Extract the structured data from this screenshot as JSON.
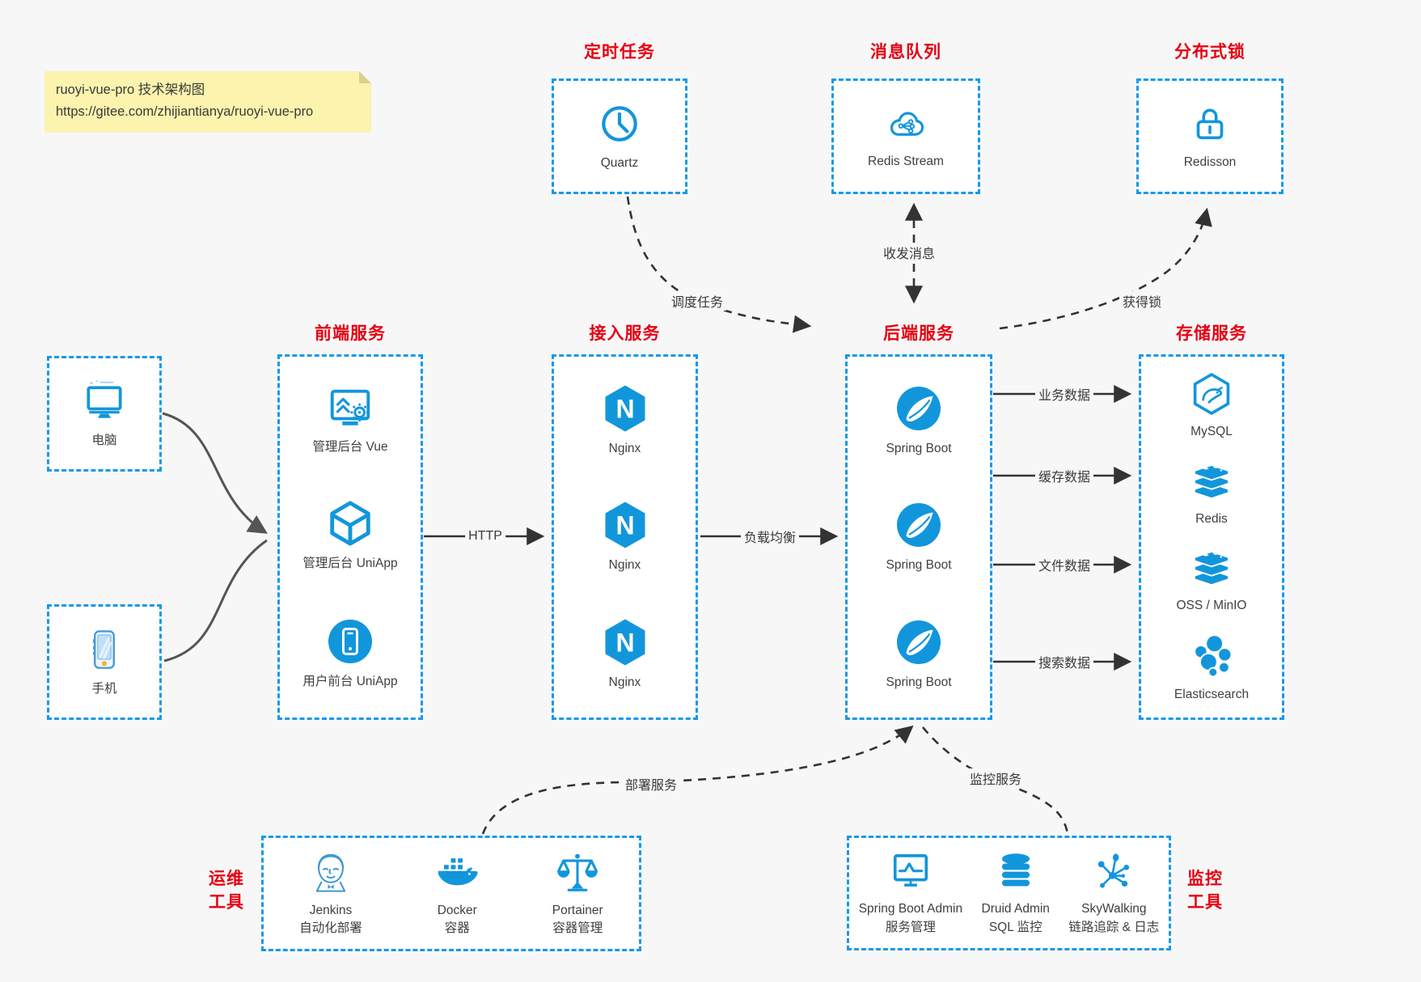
{
  "note": {
    "line1": "ruoyi-vue-pro 技术架构图",
    "line2": "https://gitee.com/zhijiantianya/ruoyi-vue-pro"
  },
  "colors": {
    "box_border_blue": "#1499ec",
    "icon_blue": "#1296db",
    "title_red": "#e60012",
    "text_dark": "#3f3f3f",
    "arrow_black": "#333333",
    "client_arrow_gray": "#555555",
    "note_bg": "#fbf3ae"
  },
  "icons": {
    "nginx_letter": "N"
  },
  "top_services": [
    {
      "title": "定时任务",
      "icon": "clock-icon",
      "label": "Quartz"
    },
    {
      "title": "消息队列",
      "icon": "redis-stream-cloud-icon",
      "label": "Redis Stream"
    },
    {
      "title": "分布式锁",
      "icon": "lock-icon",
      "label": "Redisson"
    }
  ],
  "clients": [
    {
      "icon": "desktop-icon",
      "label": "电脑"
    },
    {
      "icon": "smartphone-icon",
      "label": "手机"
    }
  ],
  "columns": [
    {
      "title": "前端服务",
      "items": [
        {
          "icon": "admin-vue-icon",
          "label": "管理后台 Vue"
        },
        {
          "icon": "uniapp-cube-icon",
          "label": "管理后台 UniApp"
        },
        {
          "icon": "user-uniapp-icon",
          "label": "用户前台 UniApp"
        }
      ]
    },
    {
      "title": "接入服务",
      "items": [
        {
          "icon": "nginx-icon",
          "label": "Nginx"
        },
        {
          "icon": "nginx-icon",
          "label": "Nginx"
        },
        {
          "icon": "nginx-icon",
          "label": "Nginx"
        }
      ]
    },
    {
      "title": "后端服务",
      "items": [
        {
          "icon": "spring-boot-icon",
          "label": "Spring Boot"
        },
        {
          "icon": "spring-boot-icon",
          "label": "Spring Boot"
        },
        {
          "icon": "spring-boot-icon",
          "label": "Spring Boot"
        }
      ]
    },
    {
      "title": "存储服务",
      "items": [
        {
          "icon": "mysql-icon",
          "label": "MySQL"
        },
        {
          "icon": "redis-stack-icon",
          "label": "Redis"
        },
        {
          "icon": "oss-stack-icon",
          "label": "OSS / MinIO"
        },
        {
          "icon": "elasticsearch-icon",
          "label": "Elasticsearch"
        }
      ]
    }
  ],
  "ops_tools": {
    "side_label_line1": "运维",
    "side_label_line2": "工具",
    "items": [
      {
        "icon": "jenkins-icon",
        "name": "Jenkins",
        "desc": "自动化部署"
      },
      {
        "icon": "docker-icon",
        "name": "Docker",
        "desc": "容器"
      },
      {
        "icon": "portainer-icon",
        "name": "Portainer",
        "desc": "容器管理"
      }
    ]
  },
  "monitor_tools": {
    "side_label_line1": "监控",
    "side_label_line2": "工具",
    "items": [
      {
        "icon": "spring-boot-admin-icon",
        "name": "Spring Boot Admin",
        "desc": "服务管理"
      },
      {
        "icon": "druid-icon",
        "name": "Druid Admin",
        "desc": "SQL 监控"
      },
      {
        "icon": "skywalking-icon",
        "name": "SkyWalking",
        "desc": "链路追踪 & 日志"
      }
    ]
  },
  "edge_labels": {
    "http": "HTTP",
    "load_balance": "负载均衡",
    "schedule": "调度任务",
    "message": "收发消息",
    "lock": "获得锁",
    "business_data": "业务数据",
    "cache_data": "缓存数据",
    "file_data": "文件数据",
    "search_data": "搜索数据",
    "deploy": "部署服务",
    "monitor": "监控服务"
  }
}
